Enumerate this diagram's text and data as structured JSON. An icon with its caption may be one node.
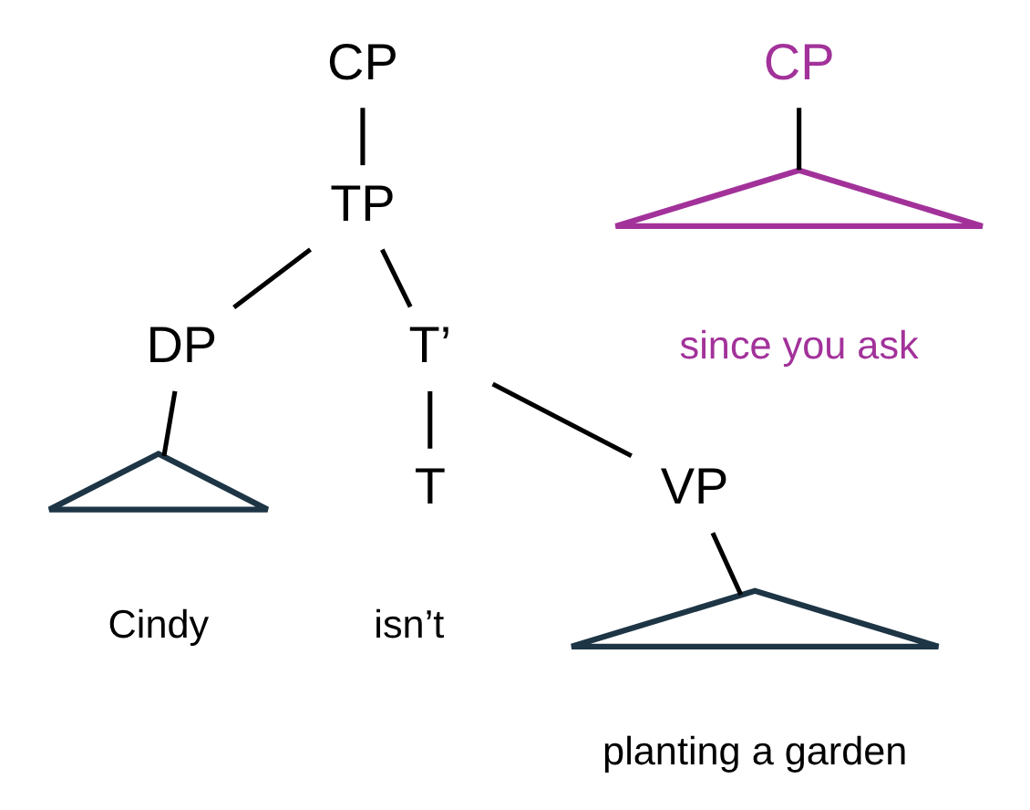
{
  "diagram": {
    "nodes": [
      {
        "text": [
          "CP"
        ]
      },
      {
        "text": [
          "TP"
        ]
      },
      {
        "text": [
          "DP"
        ]
      },
      {
        "text": [
          "T’"
        ]
      },
      {
        "text": [],
        "shape": "triangle",
        "beside": [
          "Cindy"
        ]
      },
      {
        "text": [
          "T"
        ],
        "beside": [
          "isn’t"
        ]
      },
      {
        "text": [
          "VP"
        ]
      },
      {
        "text": [],
        "shape": "triangle",
        "beside": [
          "planting a garden"
        ]
      },
      {
        "text": [
          "CP"
        ]
      },
      {
        "text": [],
        "shape": "triangle",
        "beside": [
          "since you ask"
        ]
      }
    ],
    "edges": [
      {
        "from": 0,
        "to": 1,
        "arrow": "none"
      },
      {
        "from": 1,
        "to": 2,
        "arrow": "none"
      },
      {
        "from": 1,
        "to": 3,
        "arrow": "none"
      },
      {
        "from": 2,
        "to": 4,
        "arrow": "none"
      },
      {
        "from": 3,
        "to": 5,
        "arrow": "none"
      },
      {
        "from": 3,
        "to": 6,
        "arrow": "none"
      },
      {
        "from": 6,
        "to": 7,
        "arrow": "none"
      },
      {
        "from": 8,
        "to": 9,
        "arrow": "none"
      }
    ]
  }
}
